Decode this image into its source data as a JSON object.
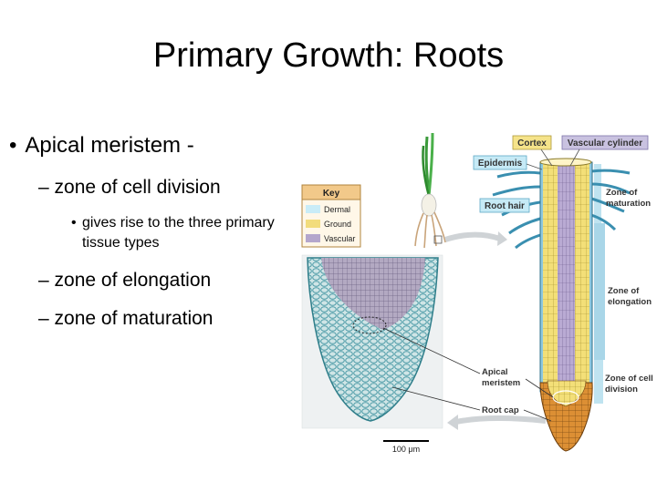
{
  "slide": {
    "title": "Primary Growth: Roots",
    "bullets": {
      "b1": "Apical meristem -",
      "b1_marker": "•",
      "sub1": "zone of cell division",
      "sub_marker": "–",
      "sub1_detail": "gives rise to the three primary tissue types",
      "sub2": "zone of elongation",
      "sub3": "zone of maturation"
    }
  },
  "figure": {
    "key": {
      "title": "Key",
      "items": [
        {
          "label": "Dermal",
          "color": "#c9ecf7"
        },
        {
          "label": "Ground",
          "color": "#f2dc7c"
        },
        {
          "label": "Vascular",
          "color": "#b4a6cc"
        }
      ]
    },
    "labels": {
      "cortex": "Cortex",
      "vascular_cylinder": "Vascular cylinder",
      "epidermis": "Epidermis",
      "root_hair": "Root hair",
      "zone_maturation": [
        "Zone of",
        "maturation"
      ],
      "zone_elongation": [
        "Zone of",
        "elongation"
      ],
      "zone_division": [
        "Zone of cell",
        "division"
      ],
      "apical_meristem": [
        "Apical",
        "meristem"
      ],
      "root_cap": "Root cap",
      "scale_bar": "100 μm"
    },
    "colors": {
      "cortex_tag": "#f5e38a",
      "vascular_tag": "#c9c2e0",
      "epidermis_tag": "#c6eaf6",
      "zone_band": "#bfe3f0",
      "root_cap": "#d98b2e"
    }
  }
}
